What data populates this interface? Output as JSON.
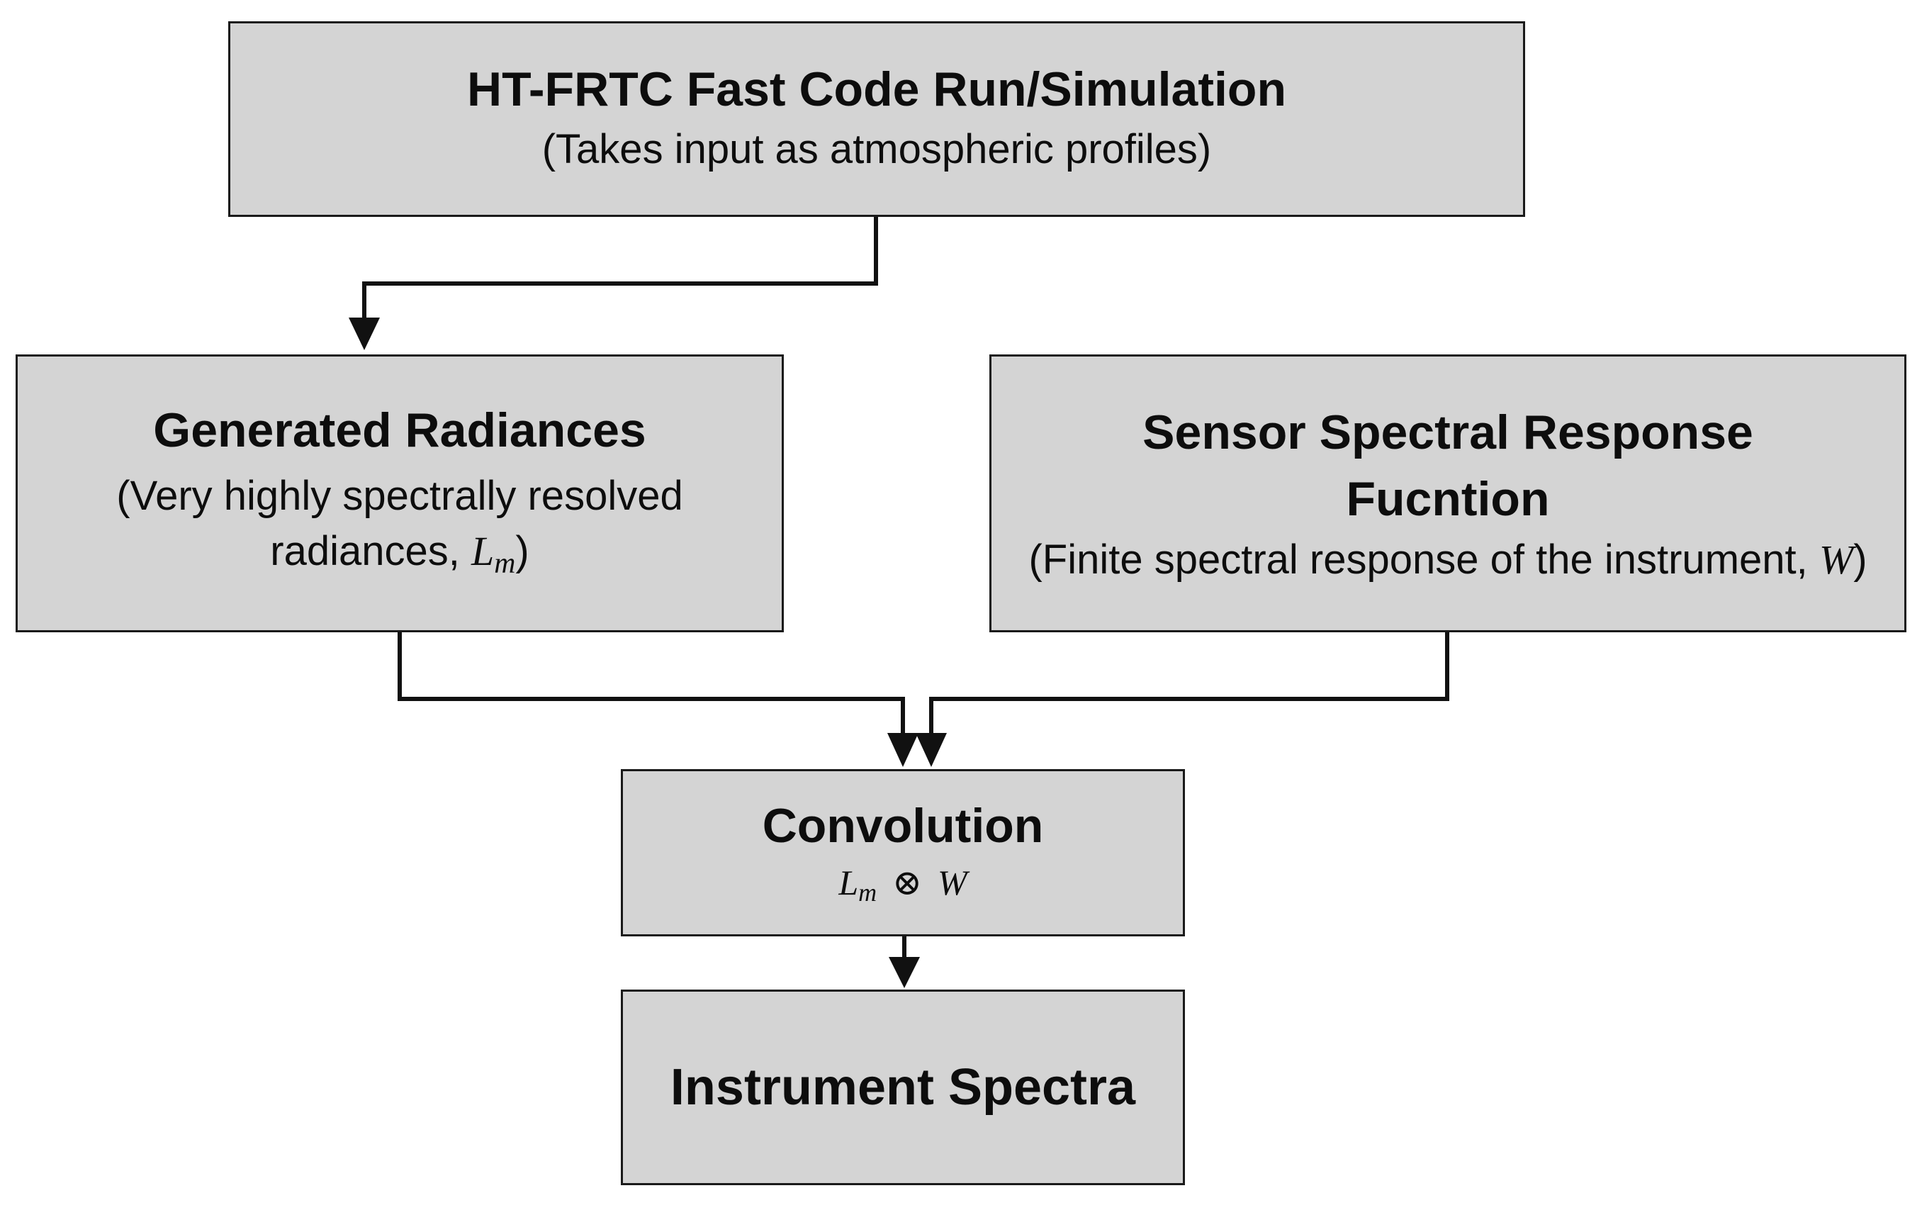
{
  "nodes": {
    "htfrtc": {
      "title": "HT-FRTC Fast Code Run/Simulation",
      "subtitle": "(Takes input as atmospheric profiles)"
    },
    "radiances": {
      "title": "Generated Radiances",
      "subtitle_line1": "(Very highly spectrally resolved",
      "subtitle_line2_prefix": "radiances, ",
      "symbol_base": "L",
      "symbol_sub": "m",
      "subtitle_line2_suffix": ")"
    },
    "srf": {
      "title_line1": "Sensor Spectral Response",
      "title_line2": "Fucntion",
      "subtitle_prefix": "(Finite spectral response of the instrument, ",
      "symbol": "W",
      "subtitle_suffix": ")"
    },
    "convolution": {
      "title": "Convolution",
      "formula_left_base": "L",
      "formula_left_sub": "m",
      "formula_operator": "⊗",
      "formula_right": "W"
    },
    "spectra": {
      "title": "Instrument Spectra"
    }
  },
  "edges": [
    {
      "from": "htfrtc",
      "to": "radiances"
    },
    {
      "from": "radiances",
      "to": "convolution"
    },
    {
      "from": "srf",
      "to": "convolution"
    },
    {
      "from": "convolution",
      "to": "spectra"
    }
  ],
  "colors": {
    "box_fill": "#d4d4d4",
    "box_border": "#1a1a1a",
    "connector": "#111111",
    "text": "#0d0d0d"
  }
}
